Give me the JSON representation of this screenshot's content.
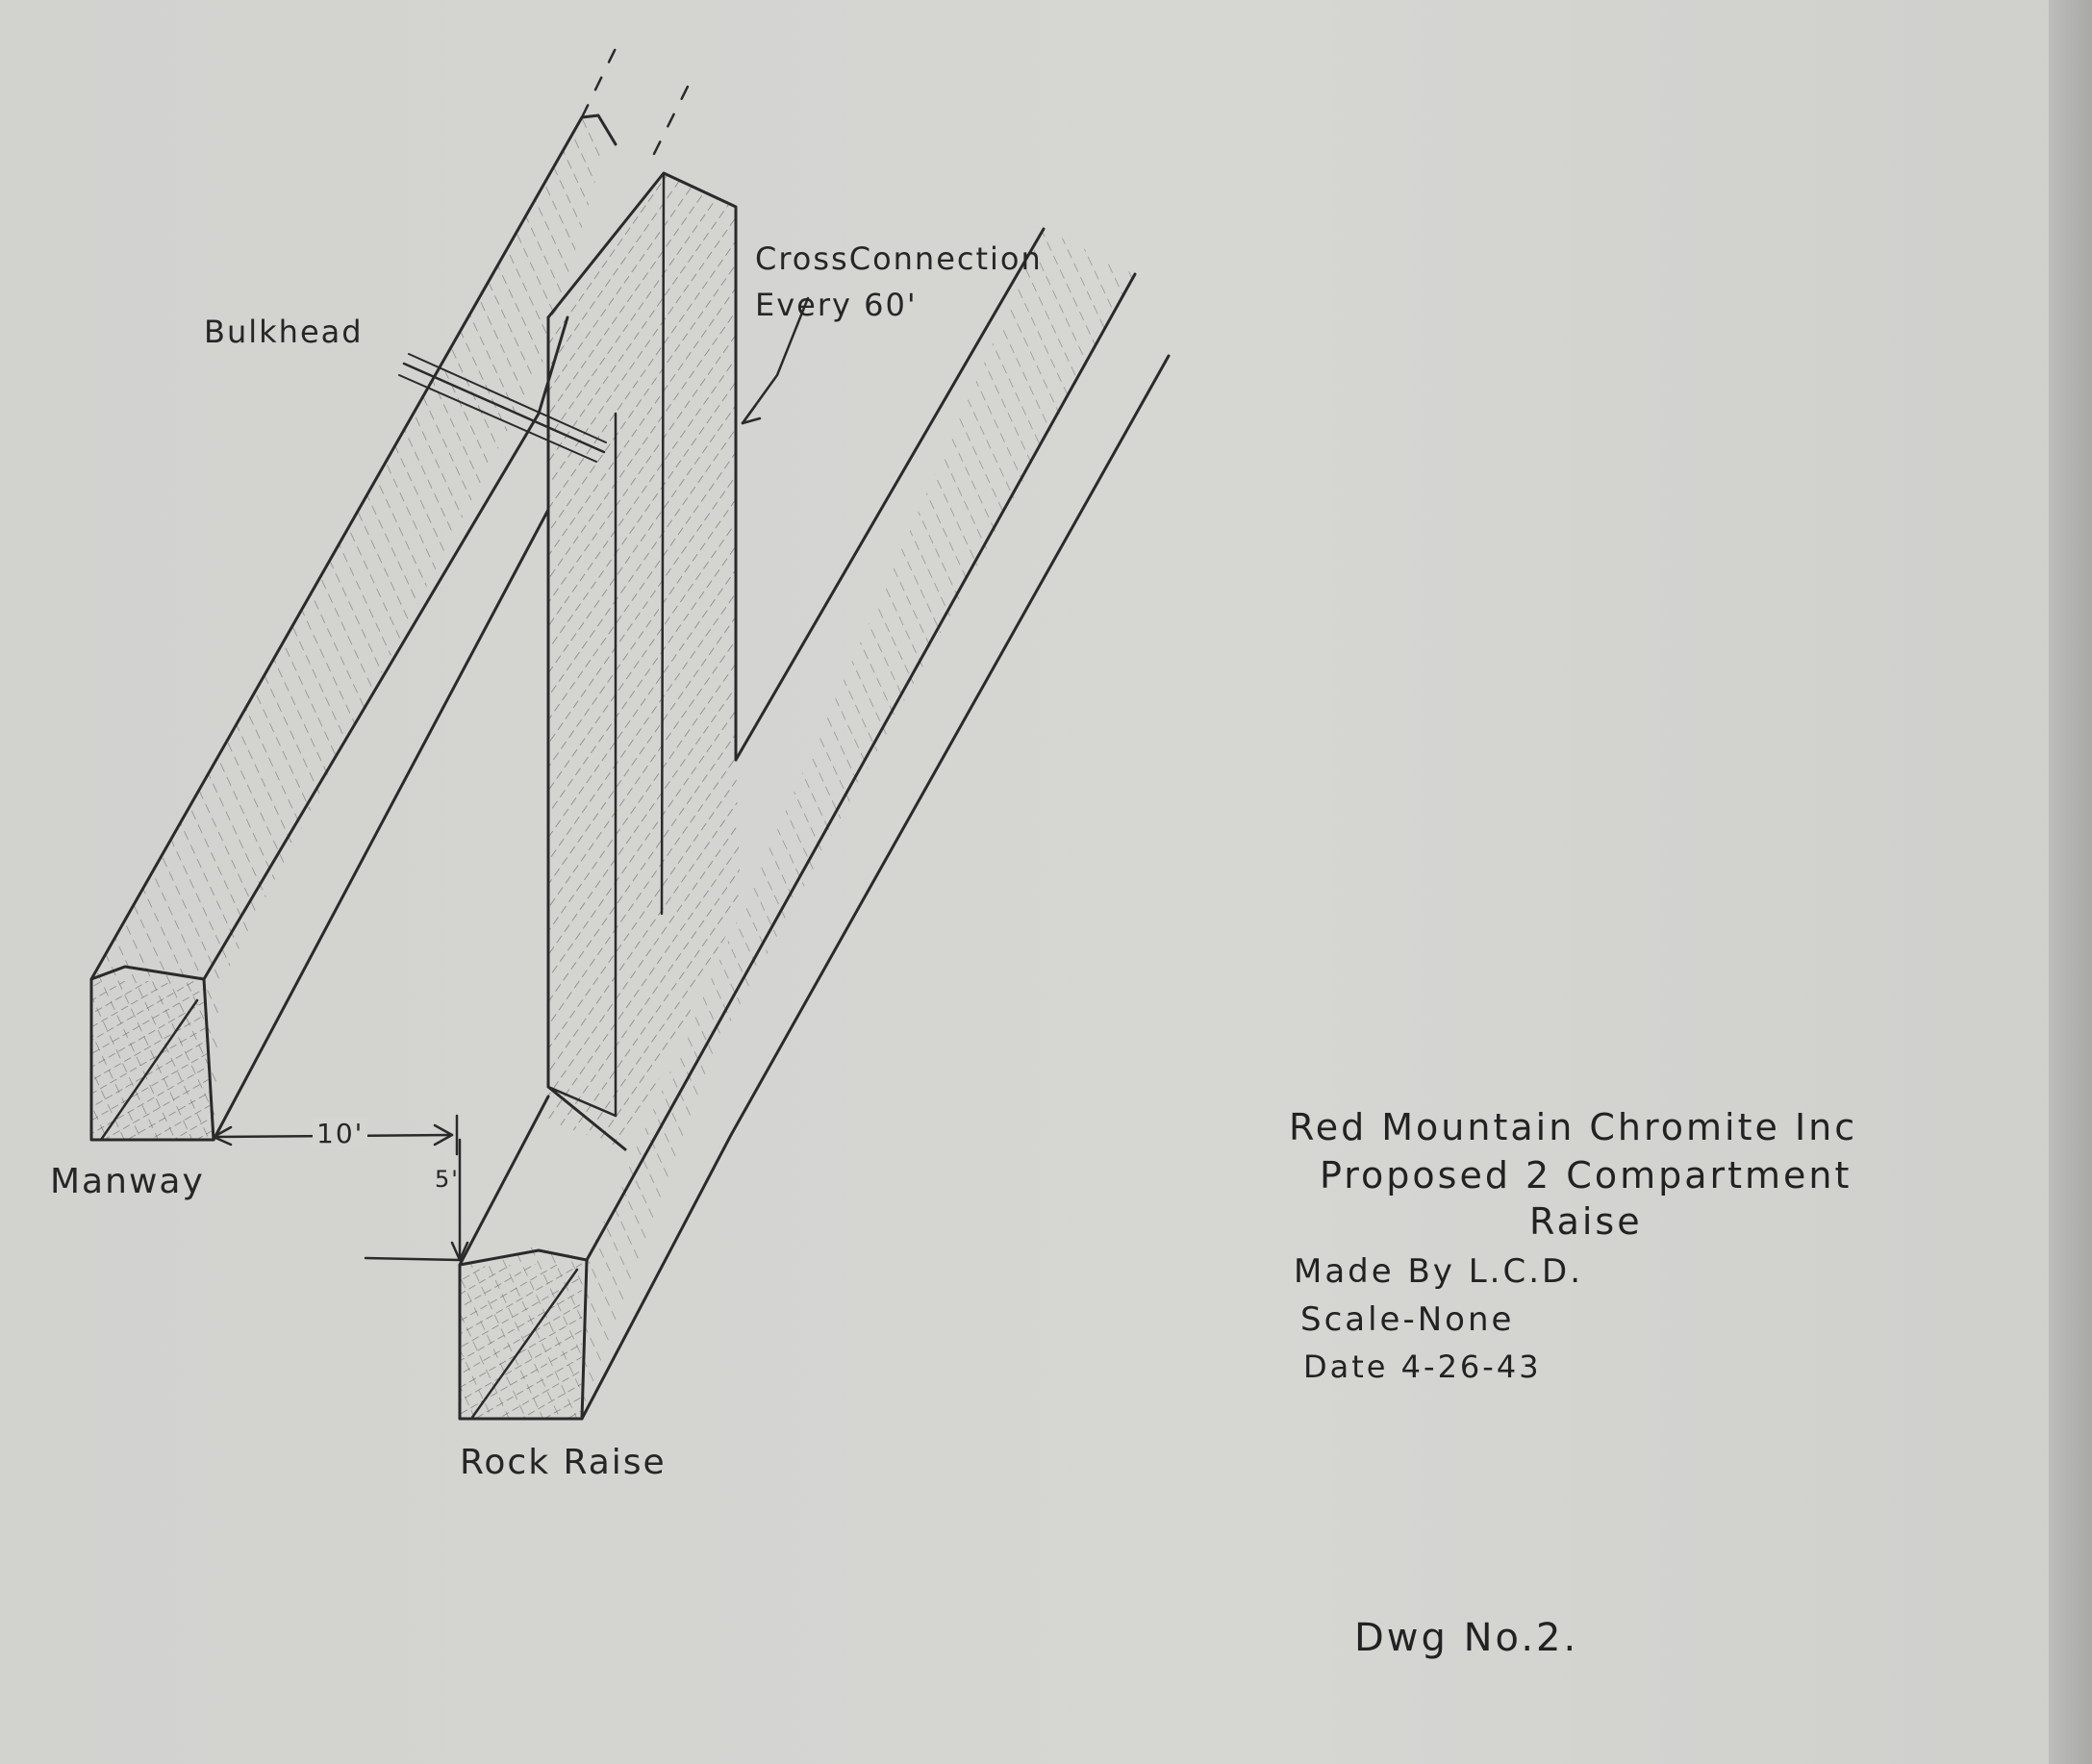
{
  "labels": {
    "bulkhead": "Bulkhead",
    "cross_connection_line1": "CrossConnection",
    "cross_connection_line2": "Every 60'",
    "manway": "Manway",
    "rock_raise": "Rock Raise",
    "dim_horizontal": "10'",
    "dim_vertical": "5'"
  },
  "title_block": {
    "company": "Red Mountain Chromite Inc",
    "title_line1": "Proposed 2 Compartment",
    "title_line2": "Raise",
    "made_by": "Made By L.C.D.",
    "scale": "Scale-None",
    "date": "Date 4-26-43"
  },
  "drawing_number": "Dwg No.2.",
  "colors": {
    "paper": "#d4d4d1",
    "ink": "#2a2a2a"
  }
}
